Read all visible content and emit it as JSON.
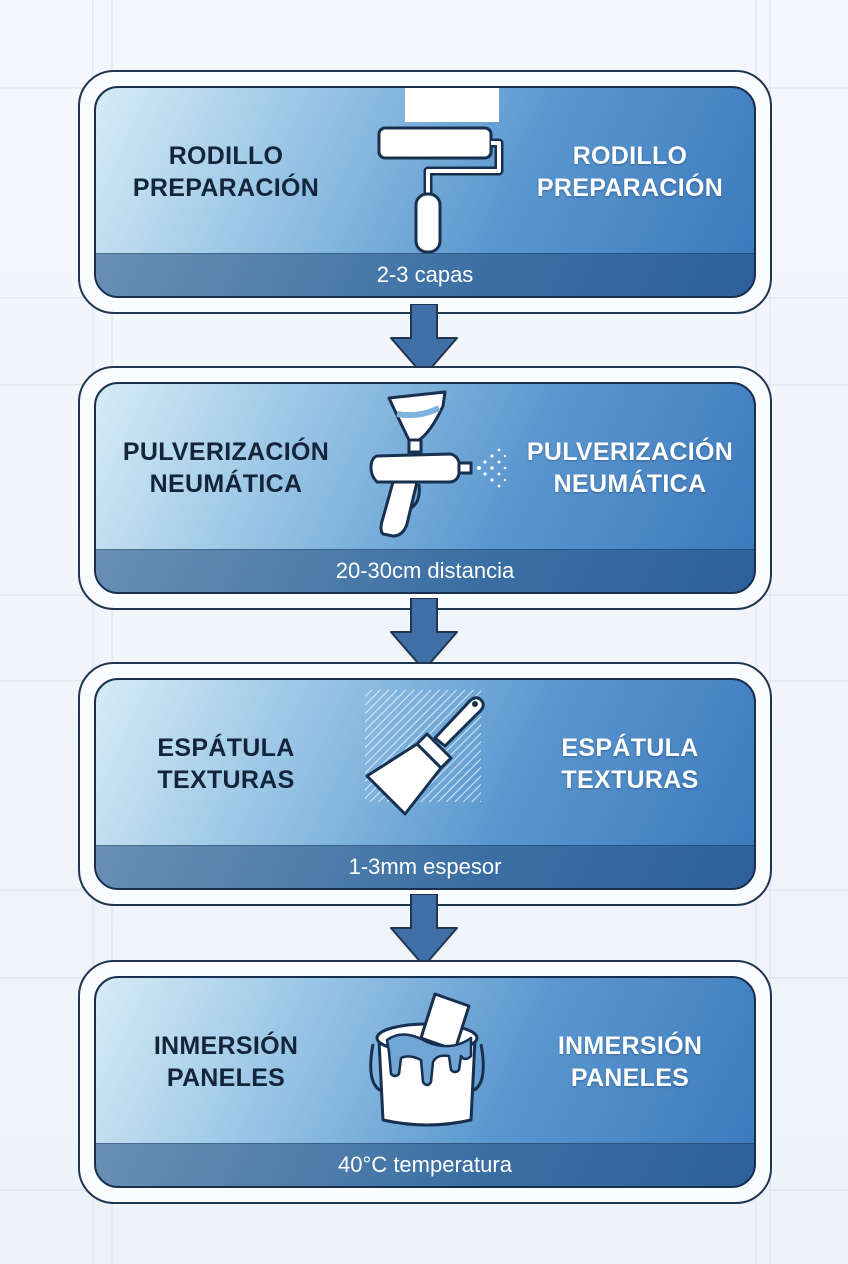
{
  "steps": [
    {
      "title_line1": "RODILLO",
      "title_line2": "PREPARACIÓN",
      "detail": "2-3 capas",
      "icon": "paint-roller-icon"
    },
    {
      "title_line1": "PULVERIZACIÓN",
      "title_line2": "NEUMÁTICA",
      "detail": "20-30cm distancia",
      "icon": "spray-gun-icon"
    },
    {
      "title_line1": "ESPÁTULA",
      "title_line2": "TEXTURAS",
      "detail": "1-3mm espesor",
      "icon": "putty-knife-icon"
    },
    {
      "title_line1": "INMERSIÓN",
      "title_line2": "PANELES",
      "detail": "40°C temperatura",
      "icon": "paint-bucket-icon"
    }
  ],
  "colors": {
    "outline": "#1f3552",
    "card_light": "#d6ecf7",
    "card_dark": "#3b78bb",
    "arrow": "#3f6fa6"
  }
}
